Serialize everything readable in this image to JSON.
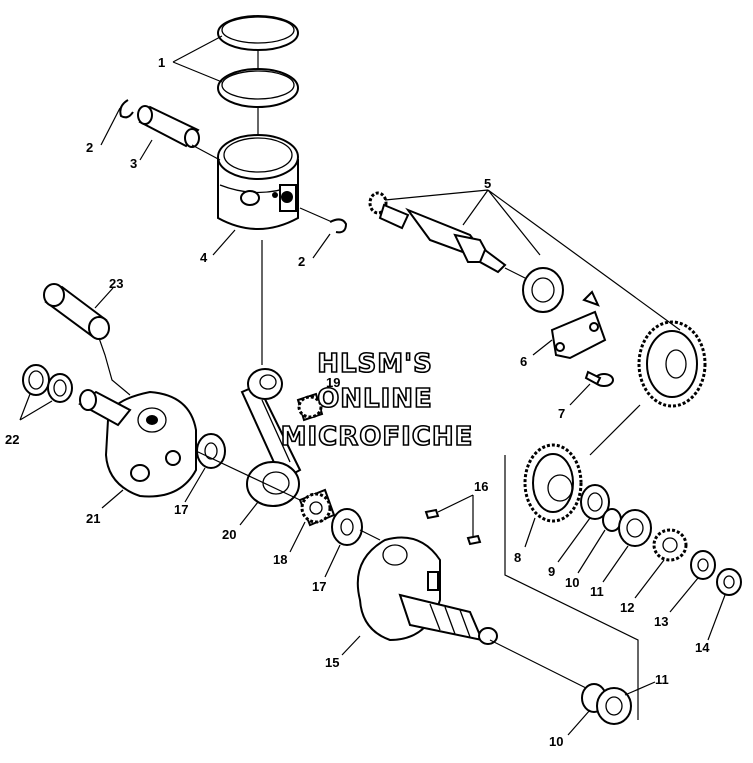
{
  "watermark": {
    "line1": "HLSM'S",
    "line2": "ONLINE",
    "line3": "MICROFICHE"
  },
  "callouts": [
    {
      "id": "c1",
      "text": "1"
    },
    {
      "id": "c2a",
      "text": "2"
    },
    {
      "id": "c3",
      "text": "3"
    },
    {
      "id": "c2b",
      "text": "2"
    },
    {
      "id": "c4",
      "text": "4"
    },
    {
      "id": "c5",
      "text": "5"
    },
    {
      "id": "c6",
      "text": "6"
    },
    {
      "id": "c7",
      "text": "7"
    },
    {
      "id": "c23",
      "text": "23"
    },
    {
      "id": "c19",
      "text": "19"
    },
    {
      "id": "c22",
      "text": "22"
    },
    {
      "id": "c21",
      "text": "21"
    },
    {
      "id": "c17a",
      "text": "17"
    },
    {
      "id": "c20",
      "text": "20"
    },
    {
      "id": "c18",
      "text": "18"
    },
    {
      "id": "c17b",
      "text": "17"
    },
    {
      "id": "c16",
      "text": "16"
    },
    {
      "id": "c15",
      "text": "15"
    },
    {
      "id": "c8",
      "text": "8"
    },
    {
      "id": "c9",
      "text": "9"
    },
    {
      "id": "c10a",
      "text": "10"
    },
    {
      "id": "c11a",
      "text": "11"
    },
    {
      "id": "c12",
      "text": "12"
    },
    {
      "id": "c13",
      "text": "13"
    },
    {
      "id": "c14",
      "text": "14"
    },
    {
      "id": "c11b",
      "text": "11"
    },
    {
      "id": "c10b",
      "text": "10"
    }
  ]
}
